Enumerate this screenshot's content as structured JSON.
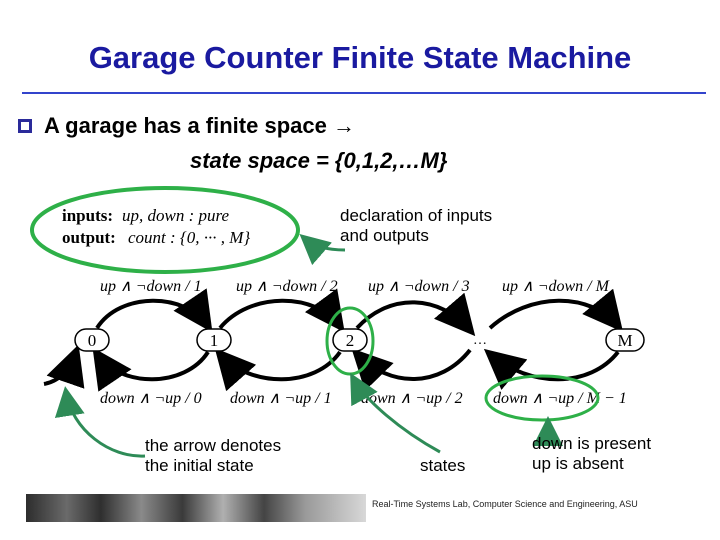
{
  "slide": {
    "title": "Garage Counter Finite State Machine",
    "bullet_line1": "A garage has a finite space →",
    "bullet_line2": "state space = {0,1,2,…M}",
    "colors": {
      "title": "#1a1aa0",
      "highlight": "#2eb048",
      "pointer": "#2e8b57"
    }
  },
  "declaration": {
    "inputs_label": "inputs:",
    "inputs_value": "up, down : pure",
    "output_label": "output:",
    "output_value": "count : {0, ··· , M}"
  },
  "diagram": {
    "states": [
      "0",
      "1",
      "2",
      "…",
      "M"
    ],
    "top_labels": [
      "up ∧ ¬down / 1",
      "up ∧ ¬down / 2",
      "up ∧ ¬down / 3",
      "up ∧ ¬down / M"
    ],
    "bottom_labels": [
      "down ∧ ¬up / 0",
      "down ∧ ¬up / 1",
      "down ∧ ¬up / 2",
      "down ∧ ¬up / M − 1"
    ]
  },
  "annotations": {
    "declaration_note": [
      "declaration of inputs",
      "and outputs"
    ],
    "initial_note": [
      "the arrow denotes",
      "the initial state"
    ],
    "states_note": "states",
    "present_note": [
      "down is present",
      "up is absent"
    ]
  },
  "footer": {
    "text": "Real-Time Systems Lab, Computer Science and Engineering, ASU"
  }
}
